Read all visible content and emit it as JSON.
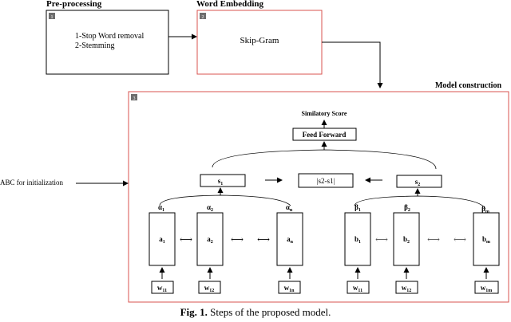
{
  "preprocessing": {
    "heading": "Pre-processing",
    "badge": "1",
    "step1": "1-Stop Word removal",
    "step2": "2-Stemming"
  },
  "embedding": {
    "heading": "Word Embedding",
    "badge": "2",
    "label": "Skip-Gram"
  },
  "model": {
    "heading": "Model construction",
    "badge": "3",
    "output_label": "Similatory Score",
    "feed_forward": "Feed Forward",
    "s1_main": "s",
    "s1_sub": "1",
    "s2_main": "s",
    "s2_sub": "2",
    "diff": "|s2-s1|",
    "init_label": "ABC for initialization",
    "left_branch": {
      "attn": [
        {
          "main": "α",
          "sub": "1"
        },
        {
          "main": "α",
          "sub": "2"
        },
        {
          "main": "α",
          "sub": "n"
        }
      ],
      "cells": [
        {
          "main": "a",
          "sub": "1"
        },
        {
          "main": "a",
          "sub": "2"
        },
        {
          "main": "a",
          "sub": "n"
        }
      ],
      "inputs": [
        {
          "main": "w",
          "sub": "11"
        },
        {
          "main": "w",
          "sub": "12"
        },
        {
          "main": "w",
          "sub": "1n"
        }
      ]
    },
    "right_branch": {
      "attn": [
        {
          "main": "β",
          "sub": "1"
        },
        {
          "main": "β",
          "sub": "2"
        },
        {
          "main": "β",
          "sub": "m"
        }
      ],
      "cells": [
        {
          "main": "b",
          "sub": "1"
        },
        {
          "main": "b",
          "sub": "2"
        },
        {
          "main": "b",
          "sub": "m"
        }
      ],
      "inputs": [
        {
          "main": "w",
          "sub": "11"
        },
        {
          "main": "w",
          "sub": "12"
        },
        {
          "main": "w",
          "sub": "1m"
        }
      ]
    }
  },
  "caption": {
    "label": "Fig. 1.",
    "text": " Steps of the proposed model."
  },
  "colors": {
    "frame_red": "#d9534f",
    "badge_gray": "#6d6d6d",
    "ink": "#000000"
  }
}
